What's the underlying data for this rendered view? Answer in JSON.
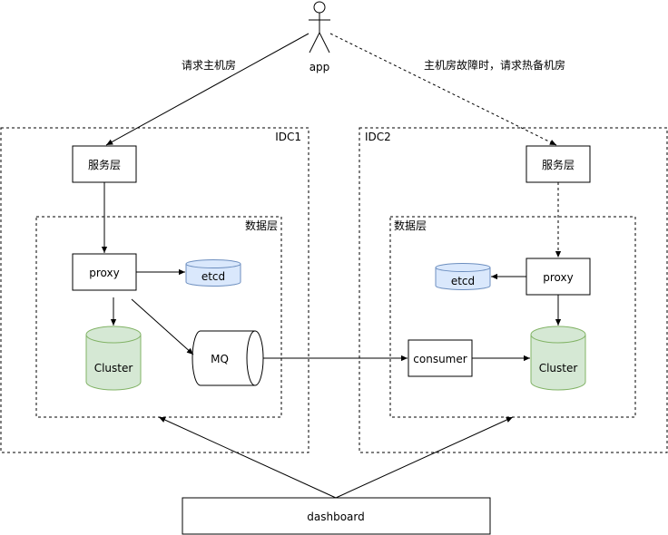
{
  "actor": {
    "label": "app"
  },
  "edges": {
    "primary_label": "请求主机房",
    "failover_label": "主机房故障时，请求热备机房"
  },
  "idc1": {
    "label": "IDC1",
    "service_layer": "服务层",
    "data_layer": {
      "label": "数据层",
      "proxy": "proxy",
      "etcd": "etcd",
      "cluster": "Cluster",
      "mq": "MQ"
    }
  },
  "idc2": {
    "label": "IDC2",
    "service_layer": "服务层",
    "data_layer": {
      "label": "数据层",
      "proxy": "proxy",
      "etcd": "etcd",
      "cluster": "Cluster",
      "consumer": "consumer"
    }
  },
  "dashboard": {
    "label": "dashboard"
  },
  "colors": {
    "etcd_fill": "#dae8fc",
    "etcd_stroke": "#6c8ebf",
    "cluster_fill": "#d5e8d4",
    "cluster_stroke": "#82b366"
  }
}
